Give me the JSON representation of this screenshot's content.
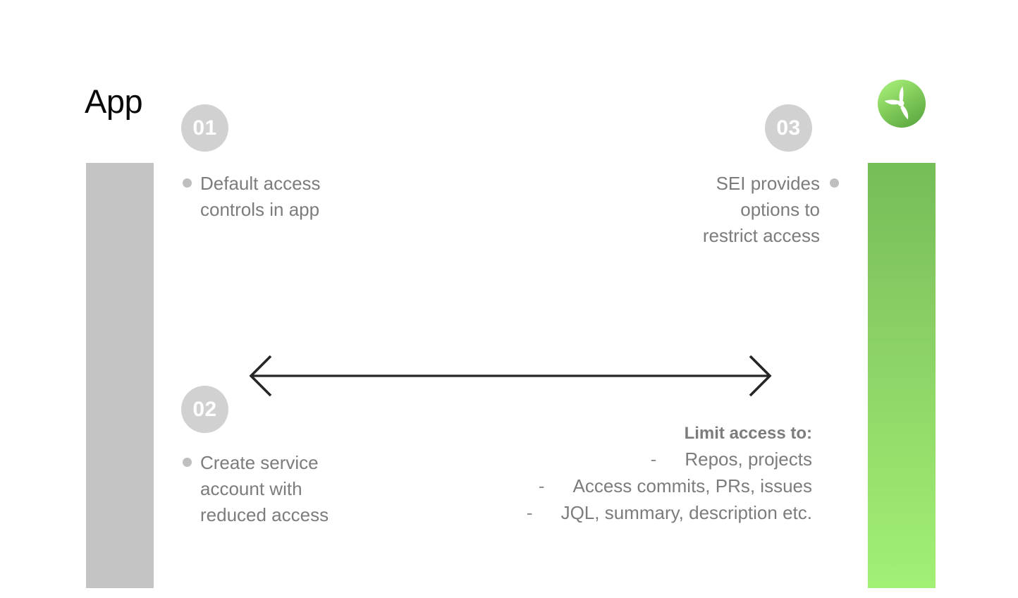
{
  "slide": {
    "title": "App",
    "background_color": "#ffffff"
  },
  "logo": {
    "name": "sei-propeller-logo",
    "circle_gradient_from": "#a4ee77",
    "circle_gradient_to": "#5fae47",
    "blade_color": "#ffffff"
  },
  "bars": {
    "left": {
      "name": "left-gray-bar",
      "color": "#c3c3c3"
    },
    "right": {
      "name": "right-green-bar",
      "gradient_from": "#74bd58",
      "gradient_to": "#a2f075"
    }
  },
  "steps": [
    {
      "number": "01",
      "badge_color": "#d1d1d1",
      "align": "left",
      "lines": [
        "Default access",
        "controls in app"
      ]
    },
    {
      "number": "02",
      "badge_color": "#d1d1d1",
      "align": "left",
      "lines": [
        "Create service",
        "account with",
        "reduced access"
      ]
    },
    {
      "number": "03",
      "badge_color": "#d1d1d1",
      "align": "right",
      "lines": [
        "SEI provides",
        "options to",
        "restrict access"
      ]
    }
  ],
  "arrow": {
    "name": "double-headed-arrow",
    "color": "#262626",
    "direction": "both"
  },
  "limit": {
    "heading": "Limit access to:",
    "items": [
      {
        "dash": "-",
        "text": "Repos, projects"
      },
      {
        "dash": "-",
        "text": "Access commits, PRs, issues"
      },
      {
        "dash": "-",
        "text": "JQL, summary, description etc."
      }
    ]
  },
  "colors": {
    "text_gray": "#7c7c7c",
    "bullet_gray": "#bfbfbf",
    "badge_gray": "#d1d1d1",
    "accent_green": "#8ed663"
  }
}
